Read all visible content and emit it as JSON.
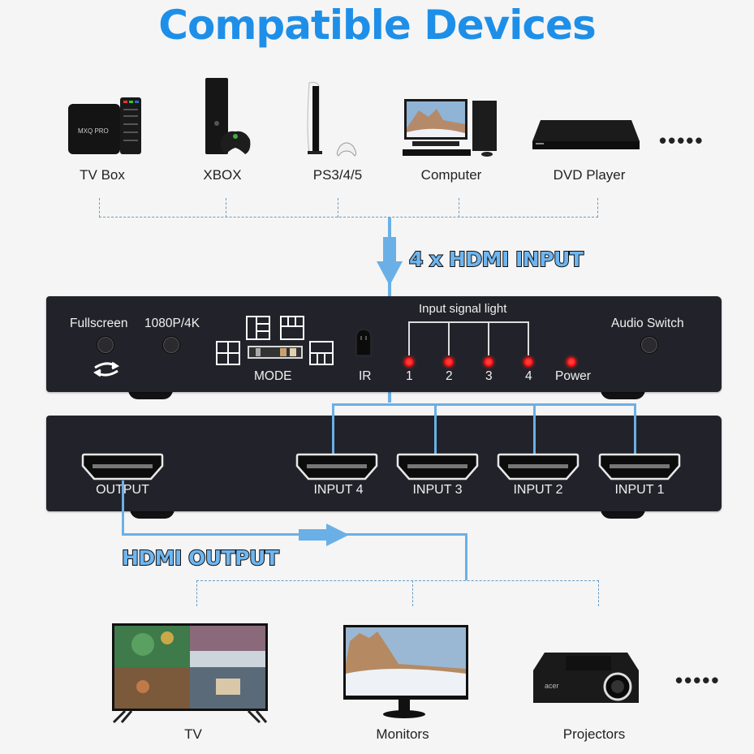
{
  "title": "Compatible Devices",
  "input_devices": [
    {
      "label": "TV Box",
      "icon": "tv-box-icon"
    },
    {
      "label": "XBOX",
      "icon": "xbox-icon"
    },
    {
      "label": "PS3/4/5",
      "icon": "playstation-icon"
    },
    {
      "label": "Computer",
      "icon": "computer-icon"
    },
    {
      "label": "DVD Player",
      "icon": "dvd-player-icon"
    }
  ],
  "more_indicator": "•••••",
  "input_arrow_label": "4 x HDMI INPUT",
  "front_panel": {
    "fullscreen_label": "Fullscreen",
    "resolution_label": "1080P/4K",
    "mode_label": "MODE",
    "ir_label": "IR",
    "signal_light_label": "Input signal light",
    "leds": [
      "1",
      "2",
      "3",
      "4"
    ],
    "power_label": "Power",
    "audio_switch_label": "Audio Switch",
    "led_color": "#ff2020"
  },
  "rear_panel": {
    "output_label": "OUTPUT",
    "inputs": [
      "INPUT 4",
      "INPUT 3",
      "INPUT 2",
      "INPUT 1"
    ]
  },
  "output_arrow_label": "HDMI OUTPUT",
  "output_devices": [
    {
      "label": "TV",
      "icon": "tv-icon"
    },
    {
      "label": "Monitors",
      "icon": "monitor-icon"
    },
    {
      "label": "Projectors",
      "icon": "projector-icon"
    }
  ],
  "colors": {
    "title": "#1e8fe8",
    "connector": "#6ab0e6",
    "panel": "#22232a"
  }
}
